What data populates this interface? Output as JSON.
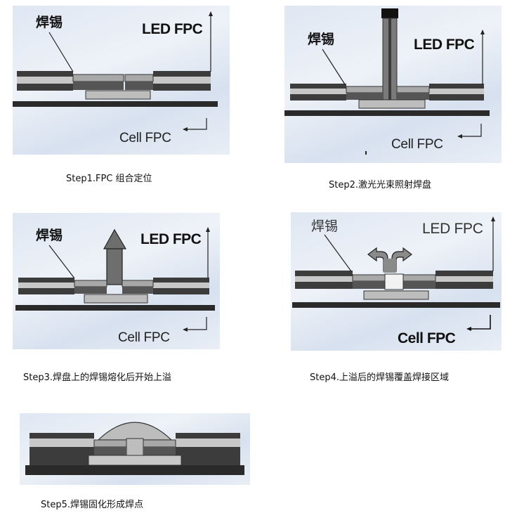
{
  "labels": {
    "solder": "焊锡",
    "led_fpc": "LED FPC",
    "cell_fpc": "Cell FPC"
  },
  "steps": [
    {
      "caption": "Step1.FPC 组合定位"
    },
    {
      "caption": "Step2.激光光束照射焊盘"
    },
    {
      "caption": "Step3.焊盘上的焊锡熔化后开始上溢"
    },
    {
      "caption": "Step4.上溢后的焊锡覆盖焊接区域"
    },
    {
      "caption": "Step5.焊锡固化形成焊点"
    }
  ],
  "colors": {
    "dark_layer": "#3a3a3a",
    "mid_layer": "#8a8a8a",
    "light_layer": "#c9c9c9",
    "base_bar": "#2b2b2b",
    "solder_dome": "#bdbdbd"
  }
}
